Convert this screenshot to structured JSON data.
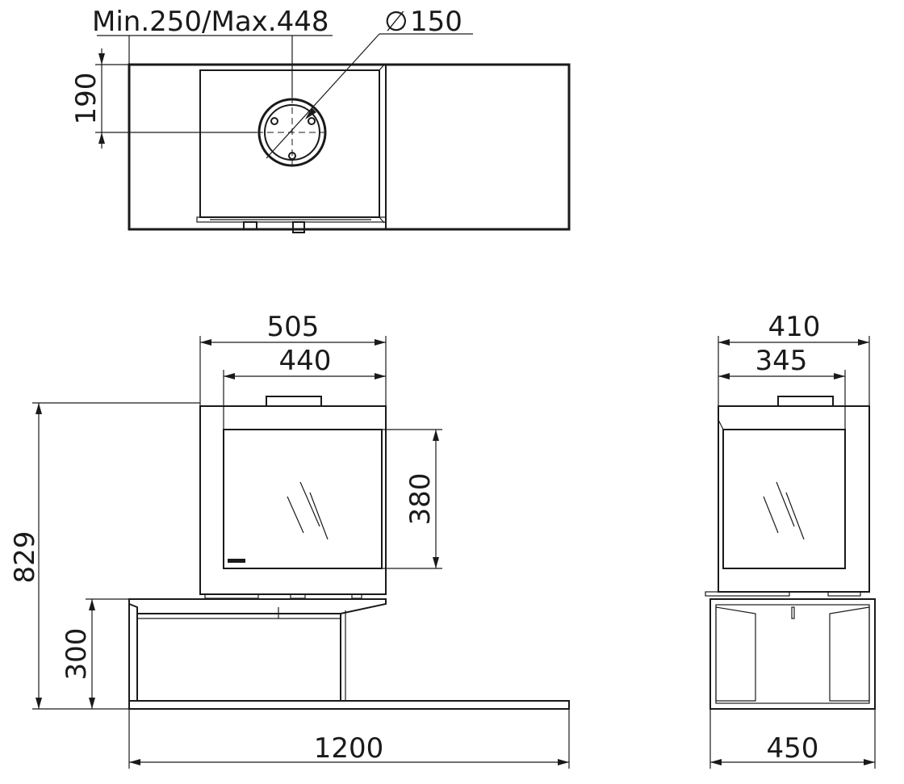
{
  "dimensions": {
    "flue_position": "Min.250/Max.448",
    "flue_diameter": "150",
    "flue_diameter_symbol": "∅",
    "flue_depth": "190",
    "stove_width": "505",
    "glass_width": "440",
    "glass_height": "380",
    "total_height": "829",
    "bench_height": "300",
    "total_width": "1200",
    "side_depth": "410",
    "side_glass_depth": "345",
    "base_depth": "450"
  },
  "colors": {
    "line": "#1a1a1a",
    "background": "#ffffff"
  }
}
